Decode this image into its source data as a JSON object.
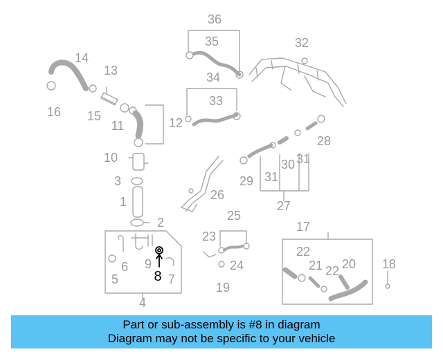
{
  "diagram": {
    "highlight_part": "8",
    "colors": {
      "line": "#a8a8a8",
      "part_label": "#9a9a9a",
      "highlight": "#000000",
      "banner": "#5bc2f4"
    },
    "labels": [
      "1",
      "2",
      "3",
      "4",
      "5",
      "6",
      "7",
      "8",
      "9",
      "10",
      "11",
      "12",
      "13",
      "14",
      "15",
      "16",
      "17",
      "18",
      "19",
      "20",
      "21",
      "22",
      "22",
      "23",
      "24",
      "25",
      "26",
      "27",
      "28",
      "29",
      "30",
      "31",
      "31",
      "32",
      "33",
      "34",
      "35",
      "36"
    ]
  },
  "banner": {
    "line1": "Part or sub-assembly is #8 in diagram",
    "line2": "Diagram may not be specific to your vehicle"
  }
}
